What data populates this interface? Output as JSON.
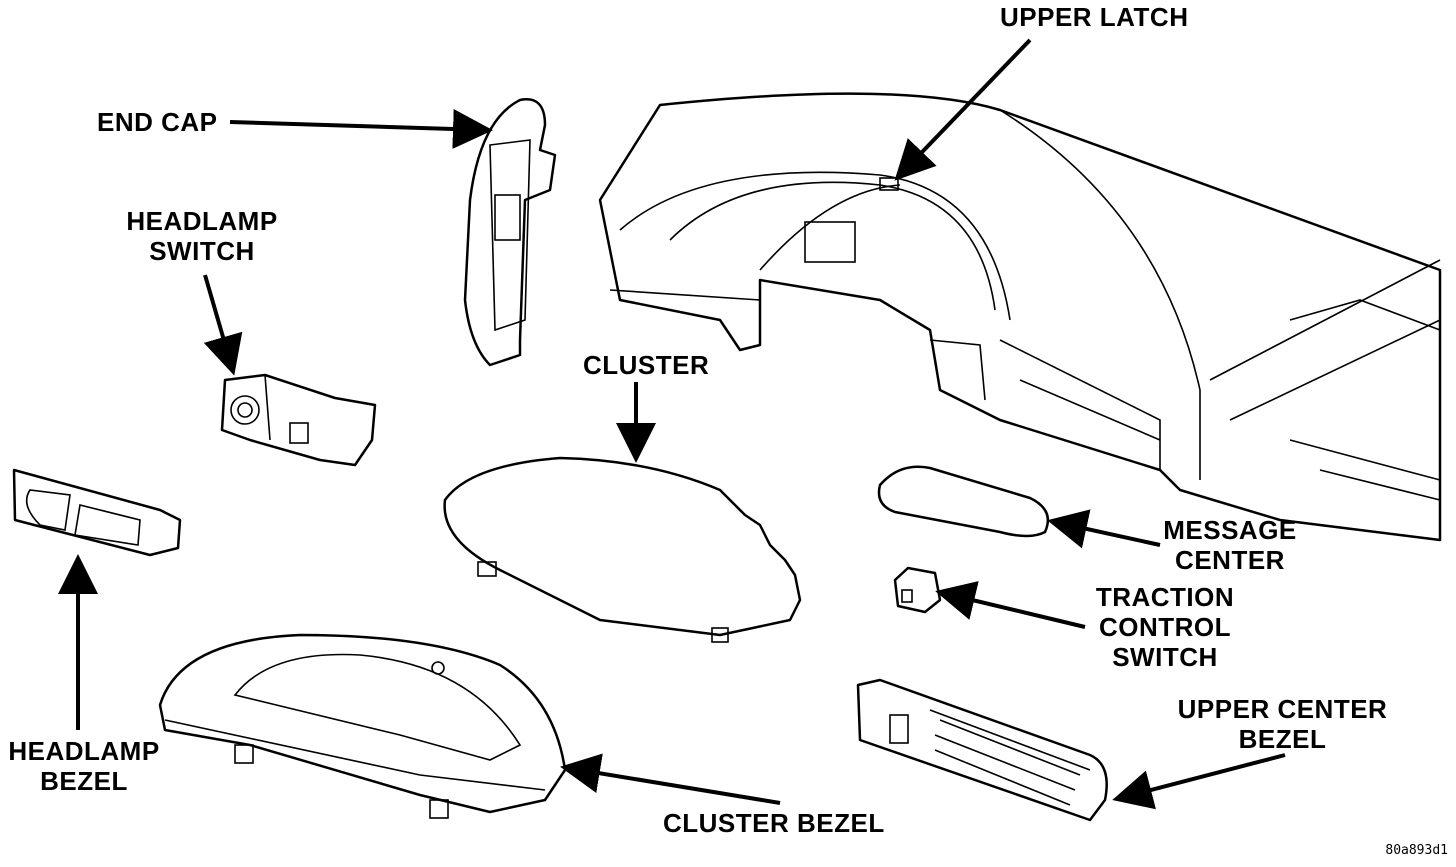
{
  "labels": {
    "upper_latch": "UPPER LATCH",
    "end_cap": "END CAP",
    "headlamp_switch_line1": "HEADLAMP",
    "headlamp_switch_line2": "SWITCH",
    "cluster": "CLUSTER",
    "message_center_line1": "MESSAGE",
    "message_center_line2": "CENTER",
    "traction_control_line1": "TRACTION",
    "traction_control_line2": "CONTROL",
    "traction_control_line3": "SWITCH",
    "upper_center_bezel_line1": "UPPER CENTER",
    "upper_center_bezel_line2": "BEZEL",
    "headlamp_bezel_line1": "HEADLAMP",
    "headlamp_bezel_line2": "BEZEL",
    "cluster_bezel": "CLUSTER BEZEL"
  },
  "figure_code": "80a893d1"
}
